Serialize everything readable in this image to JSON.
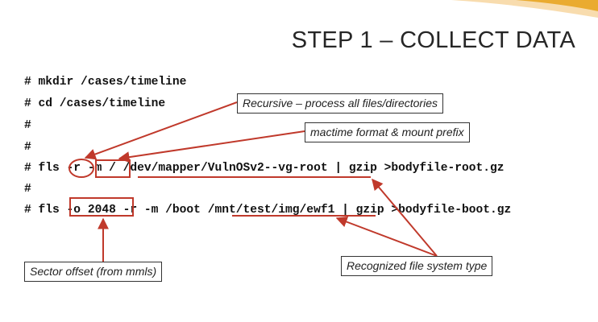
{
  "slide": {
    "title": "STEP 1 – COLLECT DATA",
    "code_lines": [
      "# mkdir /cases/timeline",
      "# cd /cases/timeline",
      "#",
      "#",
      "# fls -r -m / /dev/mapper/VulnOSv2--vg-root | gzip >bodyfile-root.gz",
      "#",
      "# fls -o 2048 -r -m /boot /mnt/test/img/ewf1 | gzip >bodyfile-boot.gz"
    ],
    "callouts": {
      "recursive": "Recursive – process all files/directories",
      "mactime": "mactime format & mount prefix",
      "sector": "Sector offset (from mmls)",
      "fstype": "Recognized file system type"
    },
    "colors": {
      "annotation": "#c0392b",
      "accent": "#e8a21a"
    }
  }
}
